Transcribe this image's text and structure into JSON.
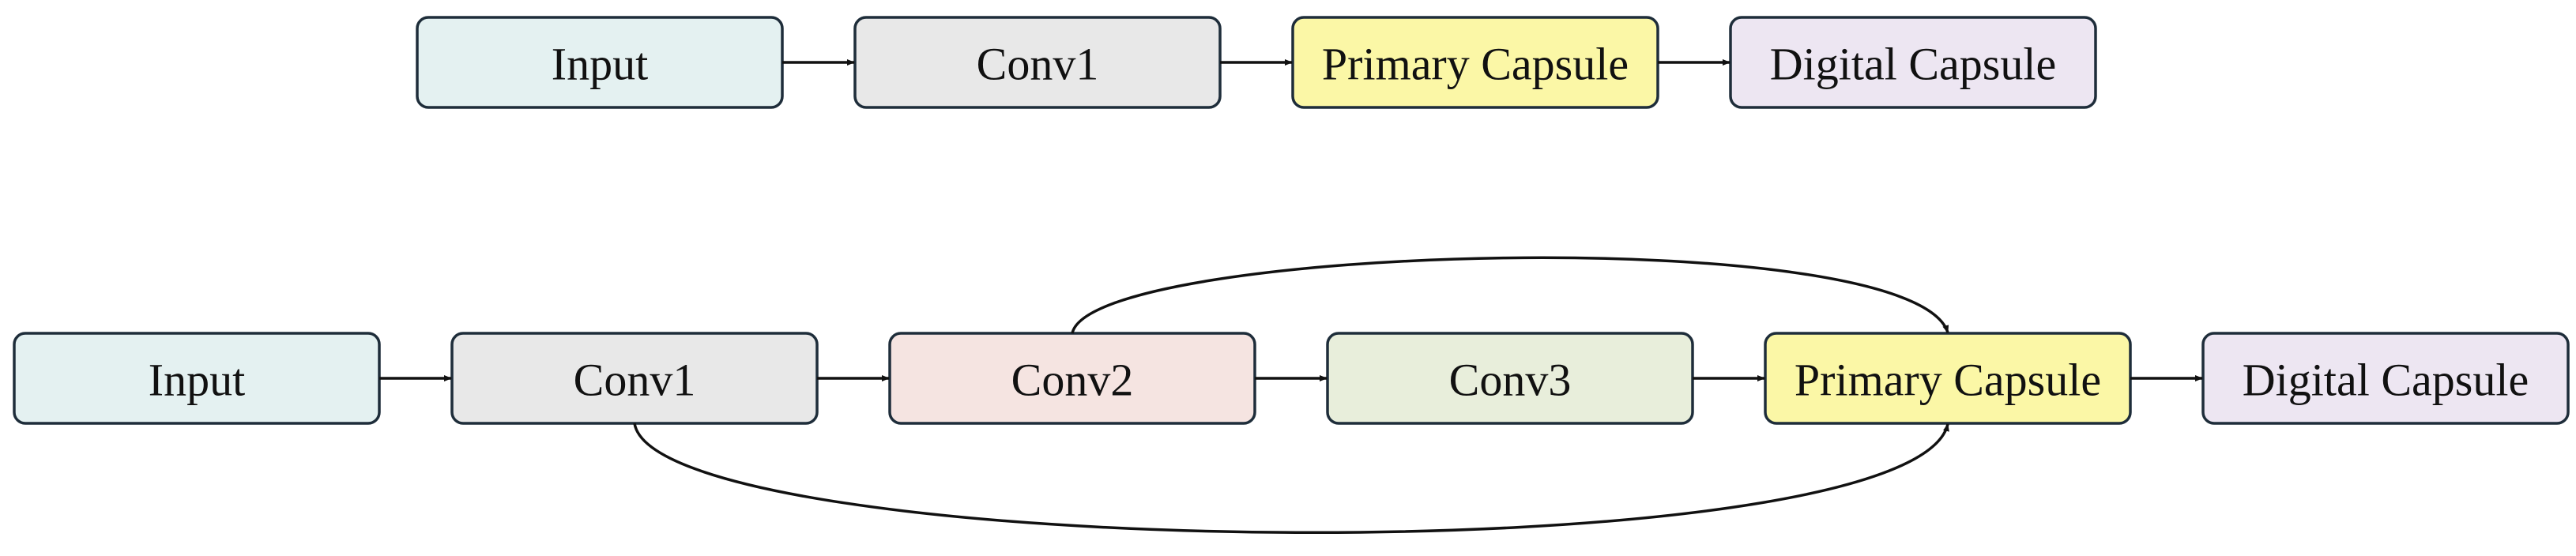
{
  "colors": {
    "input": "#e4f1f1",
    "conv1": "#e8e8e8",
    "conv2": "#f5e4e1",
    "conv3": "#e8eedb",
    "primary_capsule": "#fbf7a6",
    "digital_capsule": "#ede6f2",
    "border": "#1e2d3a",
    "arrow": "#111111"
  },
  "top": {
    "input": "Input",
    "conv1": "Conv1",
    "primary_capsule": "Primary Capsule",
    "digital_capsule": "Digital Capsule"
  },
  "bottom": {
    "input": "Input",
    "conv1": "Conv1",
    "conv2": "Conv2",
    "conv3": "Conv3",
    "primary_capsule": "Primary Capsule",
    "digital_capsule": "Digital Capsule"
  }
}
